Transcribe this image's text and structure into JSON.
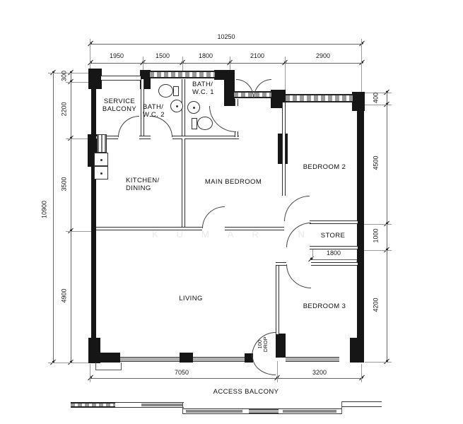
{
  "watermark": "KUMAR N",
  "rooms": {
    "service_balcony": "SERVICE\nBALCONY",
    "bath_wc2": "BATH/\nW.C. 2",
    "bath_wc1": "BATH/\nW.C. 1",
    "kitchen_dining": "KITCHEN/\nDINING",
    "main_bedroom": "MAIN BEDROOM",
    "bedroom_2": "BEDROOM 2",
    "store": "STORE",
    "living": "LIVING",
    "bedroom_3": "BEDROOM 3",
    "access_balcony": "ACCESS BALCONY",
    "drop_note": "100\nDROP"
  },
  "dims": {
    "top_total": "10250",
    "top_segments": [
      "1950",
      "1500",
      "1800",
      "2100",
      "2900"
    ],
    "left_total": "10900",
    "left_segments": [
      "300",
      "2200",
      "3500",
      "4900"
    ],
    "right_segments": [
      "400",
      "4500",
      "1000",
      "4200"
    ],
    "bottom_segments": [
      "7050",
      "3200"
    ],
    "store_width": "1800"
  },
  "colors": {
    "wall": "#161616",
    "dim_line": "#555555",
    "window_fill": "#9a9a9a",
    "watermark": "#e9e9e9"
  }
}
